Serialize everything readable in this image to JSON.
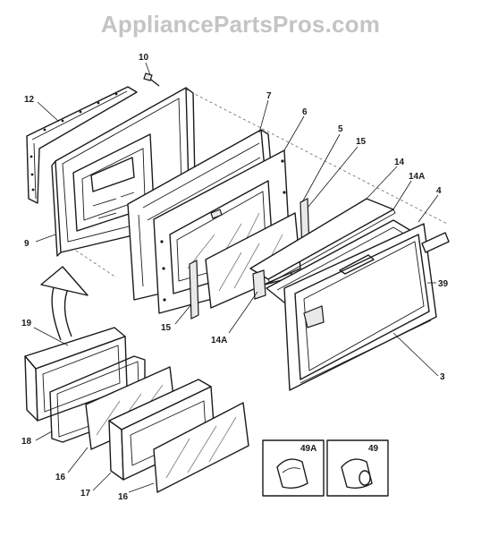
{
  "watermark": "AppliancePartsPros.com",
  "labels": {
    "p10": "10",
    "p12": "12",
    "p9": "9",
    "p7": "7",
    "p6": "6",
    "p5": "5",
    "p15a": "15",
    "p15b": "15",
    "p14": "14",
    "p14a_top": "14A",
    "p14a_bottom": "14A",
    "p4": "4",
    "p39": "39",
    "p3": "3",
    "p19": "19",
    "p18": "18",
    "p16a": "16",
    "p16b": "16",
    "p17": "17",
    "p49a": "49A",
    "p49": "49"
  }
}
